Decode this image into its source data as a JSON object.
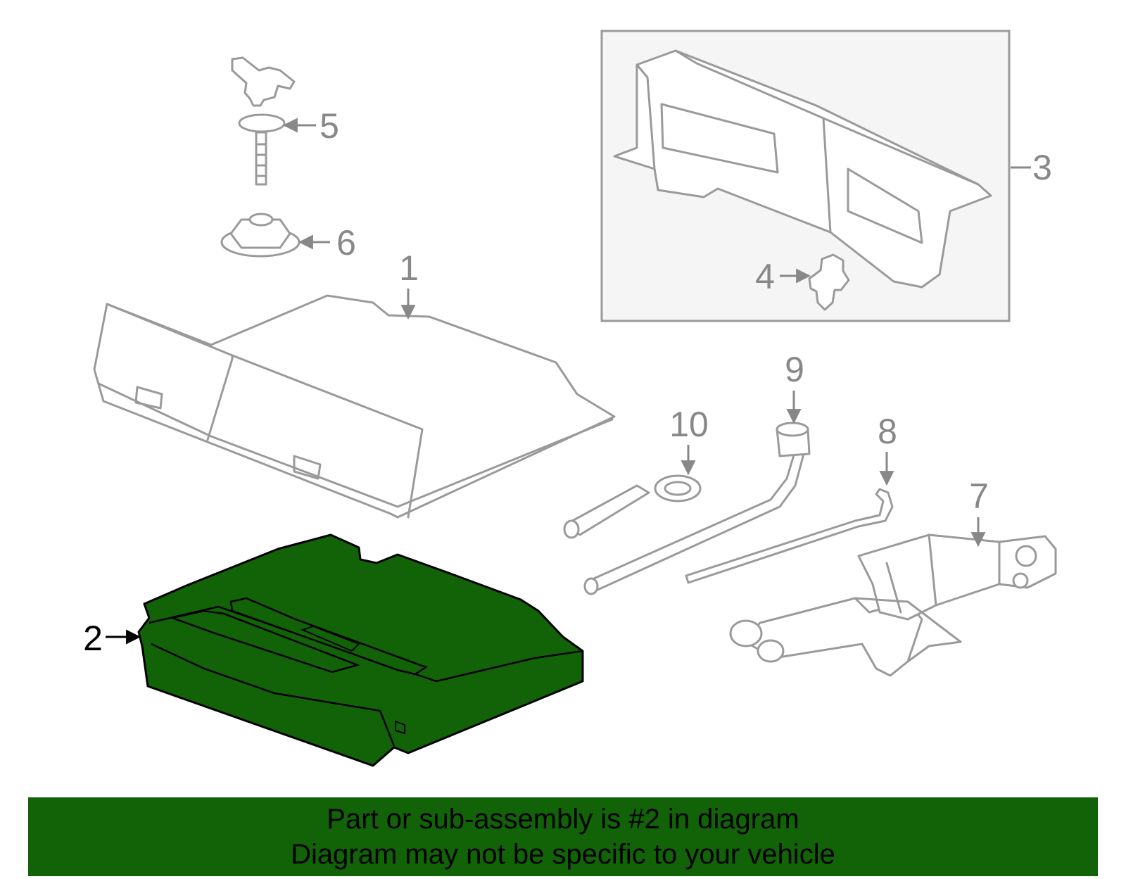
{
  "callouts": {
    "c1": "1",
    "c2": "2",
    "c3": "3",
    "c4": "4",
    "c5": "5",
    "c6": "6",
    "c7": "7",
    "c8": "8",
    "c9": "9",
    "c10": "10"
  },
  "highlight_color": "#126208",
  "banner": {
    "line1": "Part or sub-assembly is #2 in diagram",
    "line2": "Diagram may not be specific to your vehicle"
  }
}
